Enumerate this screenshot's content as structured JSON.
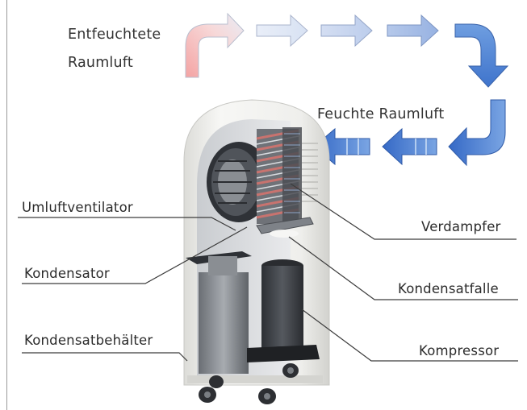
{
  "labels": {
    "dehumidified_air_line1": "Entfeuchtete",
    "dehumidified_air_line2": "Raumluft",
    "humid_air": "Feuchte Raumluft",
    "circulation_fan": "Umluftventilator",
    "condenser": "Kondensator",
    "condensate_tank": "Kondensatbehälter",
    "evaporator": "Verdampfer",
    "condensate_trap": "Kondensatfalle",
    "compressor": "Kompressor"
  },
  "colors": {
    "warm_air": "#f0a0a0",
    "cool_air": "#4f86d8",
    "cool_air_light": "#cfdcf2",
    "housing": "#f3f3f1",
    "machinery_dark": "#3a3d42",
    "leader_line": "#3c3c3c"
  },
  "icons": [
    "flow-arrow-icon",
    "wheel-icon",
    "fan-icon"
  ]
}
